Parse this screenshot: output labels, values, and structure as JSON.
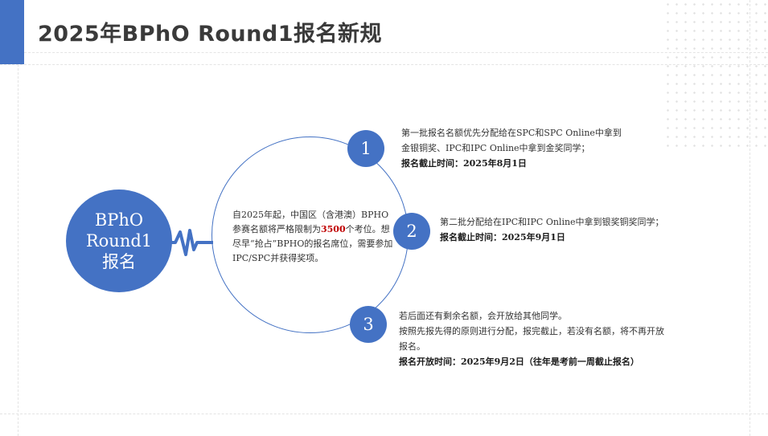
{
  "slide": {
    "title": "2025年BPhO Round1报名新规"
  },
  "center": {
    "label_lines": [
      "BPhO",
      "Round1",
      "报名"
    ],
    "description_before": "自2025年起，中国区（含港澳）BPHO参赛名额将严格限制为",
    "description_highlight": "3500",
    "description_after": "个考位。想尽早“抢占”BPHO的报名席位，需要参加IPC/SPC并获得奖项。",
    "highlight_color": "#c00000"
  },
  "items": [
    {
      "number": "1",
      "lines": [
        "第一批报名名额优先分配给在SPC和SPC Online中拿到",
        "金银铜奖、IPC和IPC Online中拿到金奖同学；"
      ],
      "deadline": "报名截止时间：2025年8月1日"
    },
    {
      "number": "2",
      "lines": [
        "第二批分配给在IPC和IPC Online中拿到银奖铜奖同学；"
      ],
      "deadline": "报名截止时间：2025年9月1日"
    },
    {
      "number": "3",
      "lines": [
        "若后面还有剩余名额，会开放给其他同学。",
        "按照先报先得的原则进行分配，报完截止，若没有名额，将不再开放",
        "报名。"
      ],
      "deadline": "报名开放时间：2025年9月2日（往年是考前一周截止报名）"
    }
  ],
  "theme": {
    "accent": "#4472c4",
    "text": "#333333"
  }
}
